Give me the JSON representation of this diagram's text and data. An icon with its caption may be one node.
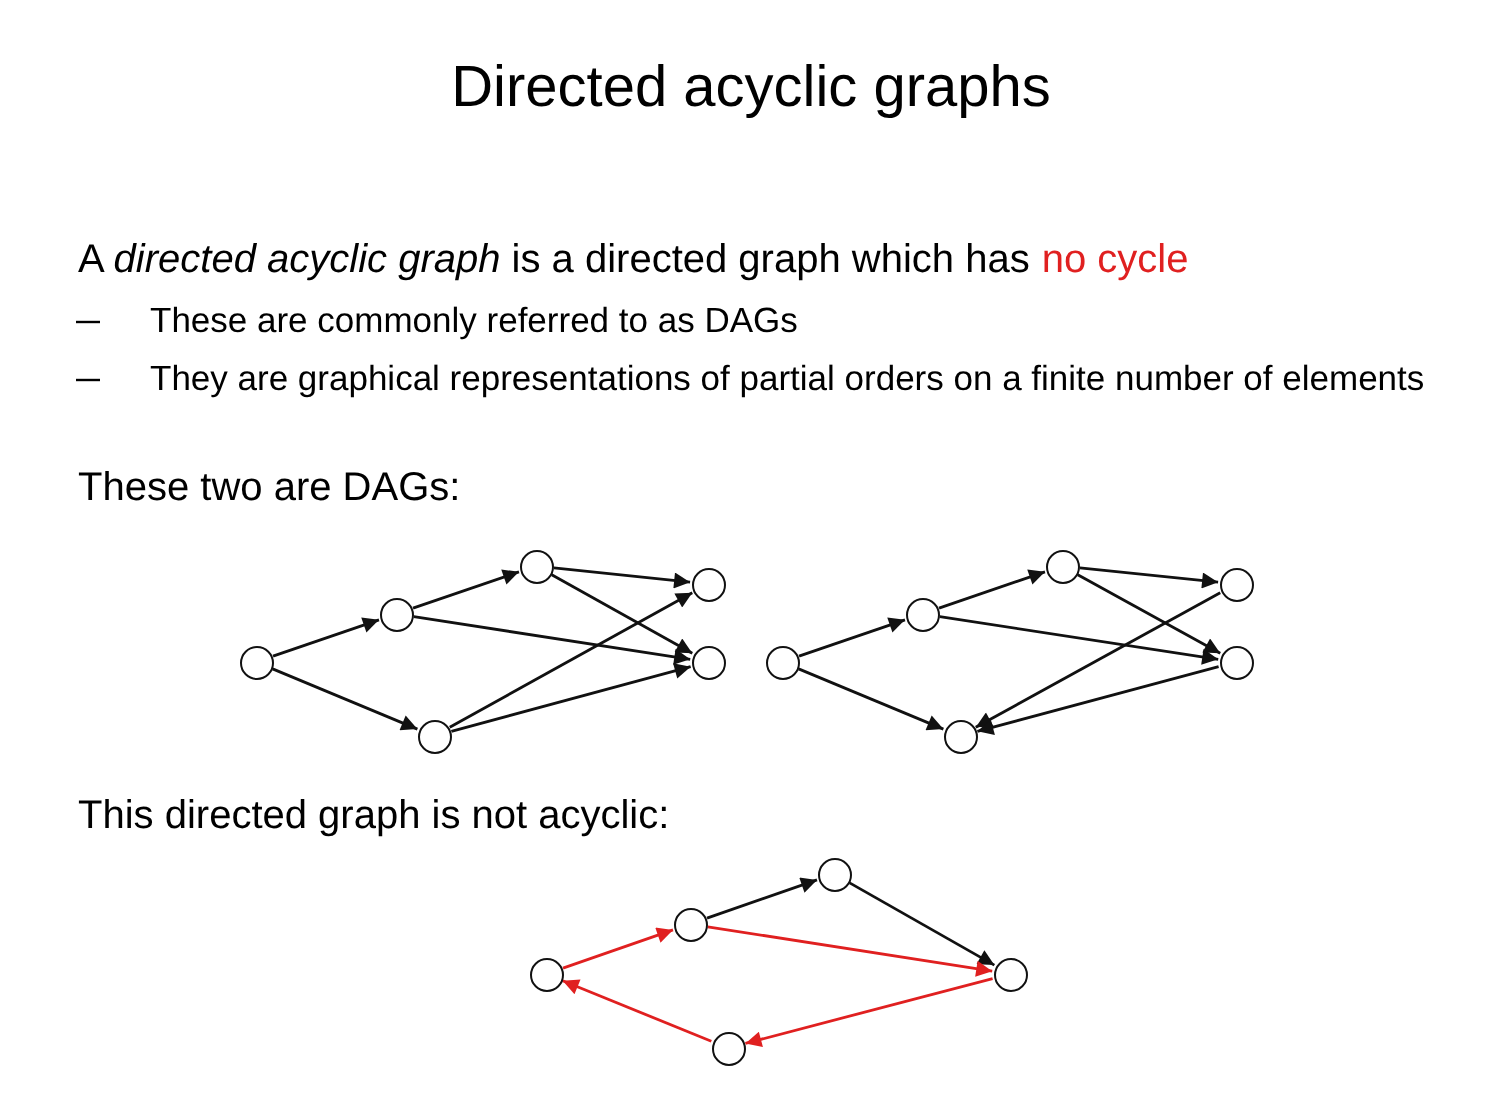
{
  "diagram": {
    "title": "Directed acyclic graphs",
    "nodes": [
      {
        "text": [],
        "shape": "circle"
      },
      {
        "text": [],
        "shape": "circle"
      },
      {
        "text": [],
        "shape": "circle"
      },
      {
        "text": [],
        "shape": "circle"
      },
      {
        "text": [],
        "shape": "circle"
      },
      {
        "text": [],
        "shape": "circle"
      },
      {
        "text": [],
        "shape": "circle"
      },
      {
        "text": [],
        "shape": "circle"
      },
      {
        "text": [],
        "shape": "circle"
      },
      {
        "text": [],
        "shape": "circle"
      },
      {
        "text": [],
        "shape": "circle"
      },
      {
        "text": [],
        "shape": "circle"
      },
      {
        "text": [],
        "shape": "circle"
      },
      {
        "text": [],
        "shape": "circle"
      },
      {
        "text": [],
        "shape": "circle"
      },
      {
        "text": [],
        "shape": "circle"
      },
      {
        "text": [],
        "shape": "circle"
      }
    ],
    "edges": [
      {
        "from": 0,
        "to": 1,
        "arrow": "to"
      },
      {
        "from": 0,
        "to": 5,
        "arrow": "to"
      },
      {
        "from": 1,
        "to": 2,
        "arrow": "to"
      },
      {
        "from": 1,
        "to": 4,
        "arrow": "to"
      },
      {
        "from": 2,
        "to": 3,
        "arrow": "to"
      },
      {
        "from": 2,
        "to": 4,
        "arrow": "to"
      },
      {
        "from": 5,
        "to": 3,
        "arrow": "to"
      },
      {
        "from": 5,
        "to": 4,
        "arrow": "to"
      },
      {
        "from": 6,
        "to": 7,
        "arrow": "to"
      },
      {
        "from": 6,
        "to": 11,
        "arrow": "to"
      },
      {
        "from": 7,
        "to": 8,
        "arrow": "to"
      },
      {
        "from": 7,
        "to": 10,
        "arrow": "to"
      },
      {
        "from": 8,
        "to": 9,
        "arrow": "to"
      },
      {
        "from": 8,
        "to": 10,
        "arrow": "to"
      },
      {
        "from": 9,
        "to": 11,
        "arrow": "to"
      },
      {
        "from": 10,
        "to": 11,
        "arrow": "to"
      },
      {
        "from": 12,
        "to": 13,
        "arrow": "to",
        "color": "#e02020"
      },
      {
        "from": 13,
        "to": 14,
        "arrow": "to"
      },
      {
        "from": 14,
        "to": 15,
        "arrow": "to"
      },
      {
        "from": 13,
        "to": 15,
        "arrow": "to",
        "color": "#e02020"
      },
      {
        "from": 15,
        "to": 16,
        "arrow": "to",
        "color": "#e02020"
      },
      {
        "from": 16,
        "to": 12,
        "arrow": "to",
        "color": "#e02020"
      }
    ],
    "labels": [
      "A *directed acyclic graph* is a directed graph which has",
      "no cycle",
      "These are commonly referred to as DAGs",
      "They are graphical representations of partial orders on a finite number of elements",
      "These two are DAGs:",
      "This directed graph is not acyclic:"
    ]
  }
}
